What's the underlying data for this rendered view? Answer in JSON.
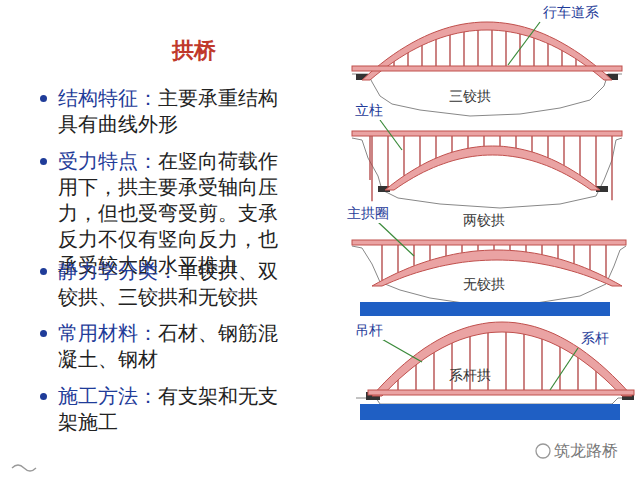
{
  "diagram": {
    "title": "拱桥",
    "labels": [
      "结构特征：",
      "主要承重结构具有曲线外形",
      "受力特点：",
      "在竖向荷载作用下，拱主要承受轴向压力，但也受弯受剪。支承反力不仅有竖向反力，也承受较大的水平推力",
      "静力学分类：",
      "单铰拱、双铰拱、三铰拱和无铰拱",
      "常用材料：",
      "石材、钢筋混凝土、钢材",
      "施工方法：",
      "有支架和无支架施工",
      "行车道系",
      "三铰拱",
      "立柱",
      "两铰拱",
      "主拱圈",
      "无铰拱",
      "吊杆",
      "系杆",
      "系杆拱",
      "筑龙路桥"
    ]
  }
}
